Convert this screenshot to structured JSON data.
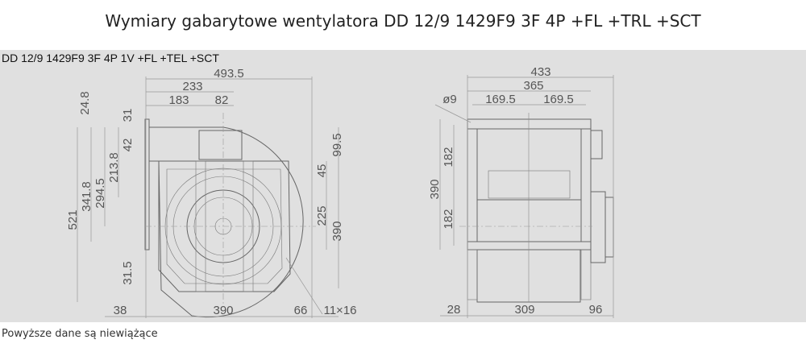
{
  "title": "Wymiary gabarytowe wentylatora DD 12/9 1429F9 3F 4P +FL +TRL +SCT",
  "drawing": {
    "model_label": "DD 12/9 1429F9 3F 4P 1V +FL +TEL +SCT",
    "front_view": {
      "top": [
        "493.5",
        "233",
        "183",
        "82"
      ],
      "left": [
        "24.8",
        "31",
        "42",
        "213.8",
        "294.5",
        "341.8",
        "521",
        "31.5"
      ],
      "right": [
        "99.5",
        "45",
        "225",
        "390"
      ],
      "bottom": [
        "38",
        "390",
        "66",
        "11×16"
      ]
    },
    "side_view": {
      "top": [
        "433",
        "365",
        "169.5",
        "169.5"
      ],
      "hole": "ø9",
      "left": [
        "390",
        "182",
        "182"
      ],
      "bottom": [
        "28",
        "309",
        "96"
      ]
    }
  },
  "note": "Powyższe dane są niewiążące"
}
